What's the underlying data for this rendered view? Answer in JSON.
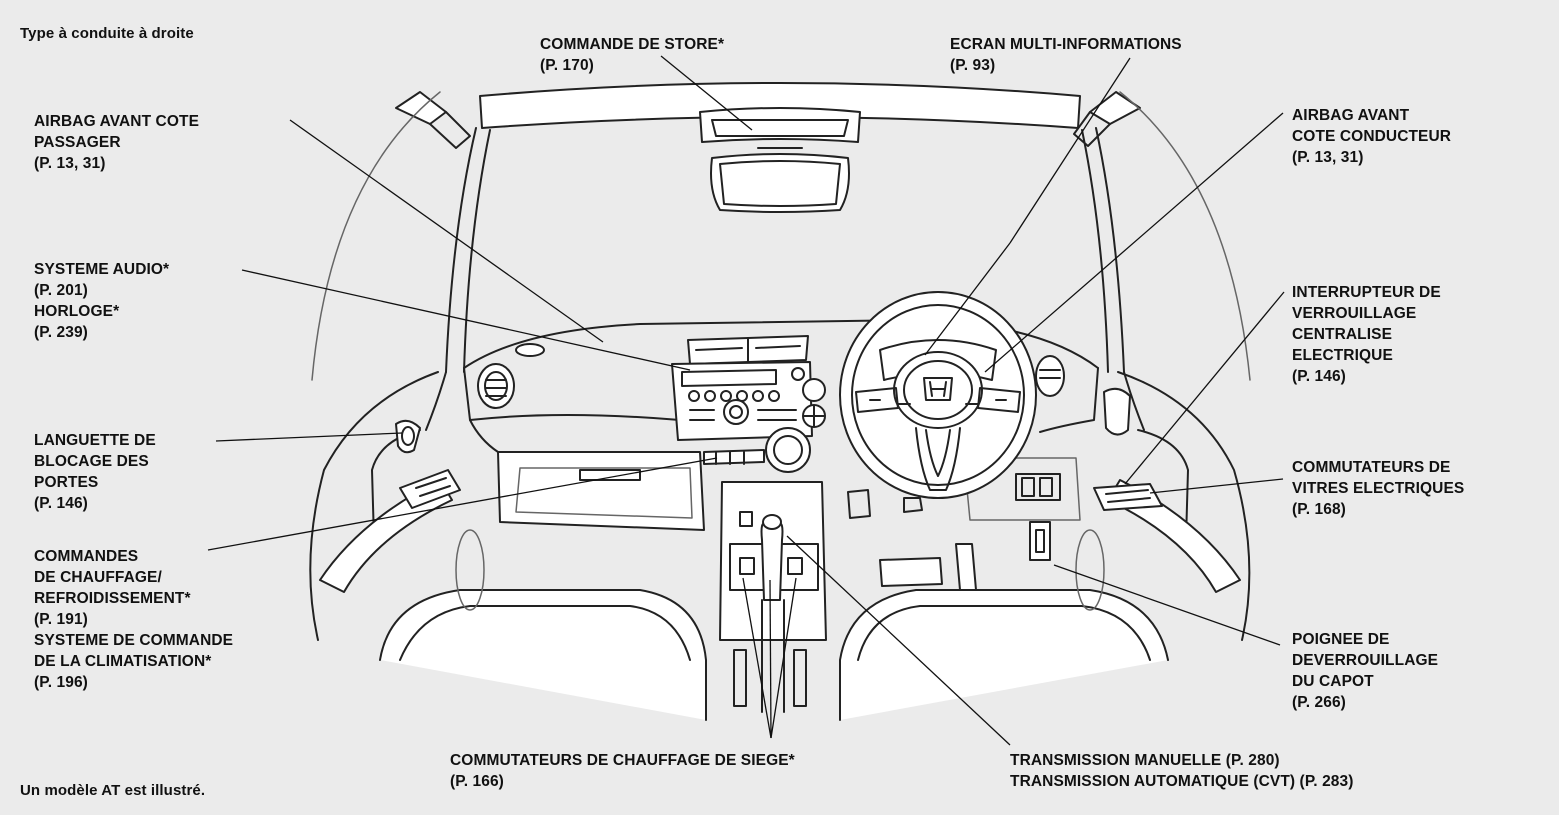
{
  "page": {
    "header_note": "Type à conduite à droite",
    "footer_note": "Un modèle AT est illustré."
  },
  "colors": {
    "background": "#ebebeb",
    "line": "#111111",
    "drawing": "#222222",
    "drawing_light": "#666666",
    "fill": "#ffffff"
  },
  "callouts": {
    "sunshade": {
      "lines": [
        "COMMANDE DE STORE*",
        "(P. 170)"
      ]
    },
    "mid": {
      "lines": [
        "ECRAN MULTI-INFORMATIONS",
        "(P. 93)"
      ]
    },
    "airbag_passenger": {
      "lines": [
        "AIRBAG AVANT COTE",
        "PASSAGER",
        "(P. 13, 31)"
      ]
    },
    "airbag_driver": {
      "lines": [
        "AIRBAG AVANT",
        "COTE CONDUCTEUR",
        "(P. 13, 31)"
      ]
    },
    "audio": {
      "lines": [
        "SYSTEME AUDIO*",
        "(P. 201)",
        "HORLOGE*",
        "(P. 239)"
      ]
    },
    "power_lock": {
      "lines": [
        "INTERRUPTEUR DE",
        "VERROUILLAGE",
        "CENTRALISE",
        "ELECTRIQUE",
        "(P. 146)"
      ]
    },
    "lock_tab": {
      "lines": [
        "LANGUETTE DE",
        "BLOCAGE DES",
        "PORTES",
        "(P. 146)"
      ]
    },
    "power_windows": {
      "lines": [
        "COMMUTATEURS DE",
        "VITRES ELECTRIQUES",
        "(P. 168)"
      ]
    },
    "heating": {
      "lines": [
        "COMMANDES",
        "DE CHAUFFAGE/",
        "REFROIDISSEMENT*",
        "(P. 191)",
        "SYSTEME DE COMMANDE",
        "DE LA CLIMATISATION*",
        "(P. 196)"
      ]
    },
    "hood_release": {
      "lines": [
        "POIGNEE DE",
        "DEVERROUILLAGE",
        "DU CAPOT",
        "(P. 266)"
      ]
    },
    "seat_heaters": {
      "lines": [
        "COMMUTATEURS DE CHAUFFAGE DE SIEGE*",
        "(P. 166)"
      ]
    },
    "transmission": {
      "lines": [
        "TRANSMISSION MANUELLE (P. 280)",
        "TRANSMISSION AUTOMATIQUE (CVT) (P. 283)"
      ]
    }
  },
  "icons": {
    "brand_emblem": "honda-h-logo-icon"
  }
}
